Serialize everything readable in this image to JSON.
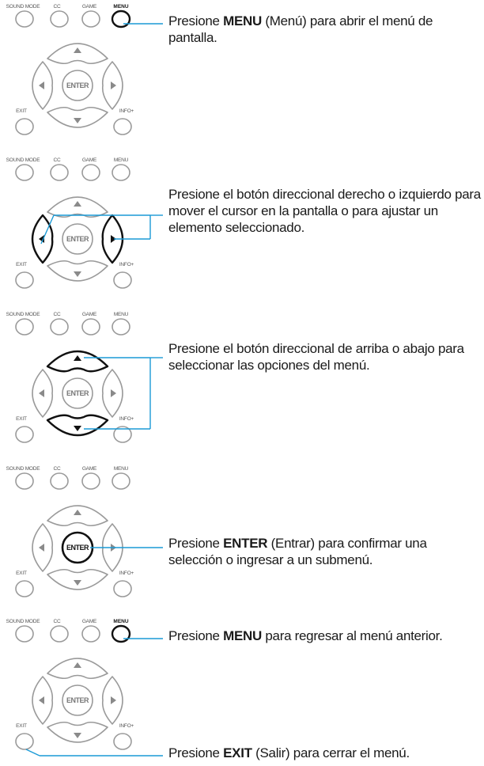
{
  "remote_labels": {
    "sound_mode": "SOUND MODE",
    "cc": "CC",
    "game": "GAME",
    "menu": "MENU",
    "enter": "ENTER",
    "exit": "EXIT",
    "info": "INFO+"
  },
  "steps": [
    {
      "pre": "Presione ",
      "bold": "MENU",
      "post": " (Menú) para abrir el menú de pantalla.",
      "highlight": "menu-button"
    },
    {
      "pre": "Presione el botón direccional derecho o izquierdo para mover el cursor en la pantalla o para ajustar un elemento seleccionado.",
      "bold": "",
      "post": "",
      "highlight": "left-right-buttons"
    },
    {
      "pre": "Presione el botón direccional de arriba o abajo para seleccionar las opciones del menú.",
      "bold": "",
      "post": "",
      "highlight": "up-down-buttons"
    },
    {
      "pre": "Presione ",
      "bold": "ENTER",
      "post": " (Entrar) para confirmar una selección o ingresar a un submenú.",
      "highlight": "enter-button"
    },
    {
      "pre": "Presione ",
      "bold": "MENU",
      "post": " para regresar al menú anterior.",
      "highlight": "menu-button"
    },
    {
      "pre": "Presione ",
      "bold": "EXIT",
      "post": " (Salir) para cerrar el menú.",
      "highlight": "exit-button"
    }
  ],
  "colors": {
    "callout_line": "#1a9ad6",
    "button_stroke": "#9a9a9a",
    "button_stroke_active": "#111111",
    "text": "#1a1a1a"
  }
}
